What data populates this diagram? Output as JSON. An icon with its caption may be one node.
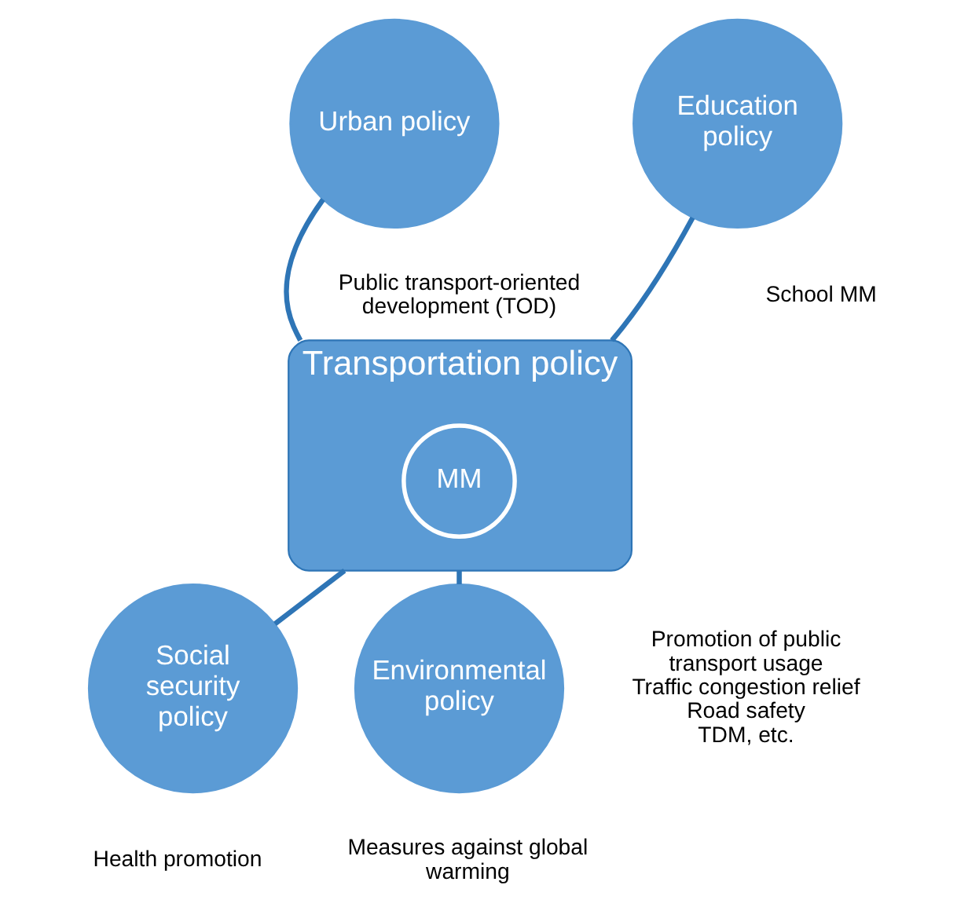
{
  "diagram": {
    "nodes": [
      {
        "text": [
          "Transportation policy"
        ],
        "beside": [
          "Promotion of public transport usage",
          "Traffic congestion relief",
          "Road safety",
          "TDM, etc."
        ]
      },
      {
        "text": [
          "MM"
        ],
        "in": 0
      },
      {
        "text": [
          "Urban policy"
        ],
        "beside": [
          "Public transport-oriented development (TOD)"
        ]
      },
      {
        "text": [
          "Education policy"
        ],
        "beside": [
          "School MM"
        ]
      },
      {
        "text": [
          "Social security policy"
        ],
        "beside": [
          "Health promotion"
        ]
      },
      {
        "text": [
          "Environmental policy"
        ],
        "beside": [
          "Measures against global warming"
        ]
      }
    ],
    "edges": [
      {
        "from": 2,
        "to": 0,
        "arrow": "none"
      },
      {
        "from": 3,
        "to": 0,
        "arrow": "none"
      },
      {
        "from": 0,
        "to": 4,
        "arrow": "none"
      },
      {
        "from": 0,
        "to": 5,
        "arrow": "none"
      }
    ]
  }
}
